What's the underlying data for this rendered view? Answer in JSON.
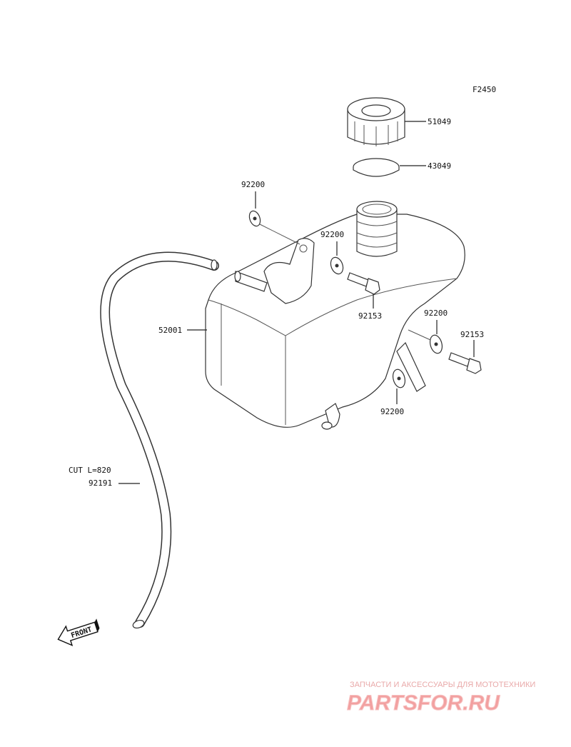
{
  "figure_code": "F2450",
  "callouts": [
    {
      "id": "cap",
      "label": "51049"
    },
    {
      "id": "gasket",
      "label": "43049"
    },
    {
      "id": "washer-top-left",
      "label": "92200"
    },
    {
      "id": "washer-mid",
      "label": "92200"
    },
    {
      "id": "bolt-mid",
      "label": "92153"
    },
    {
      "id": "washer-right",
      "label": "92200"
    },
    {
      "id": "bolt-right",
      "label": "92153"
    },
    {
      "id": "washer-bottom",
      "label": "92200"
    },
    {
      "id": "tank",
      "label": "52001"
    },
    {
      "id": "hose-cut",
      "label": "CUT L=820"
    },
    {
      "id": "hose",
      "label": "92191"
    }
  ],
  "front_arrow": "FRONT",
  "watermark": {
    "tagline": "ЗАПЧАСТИ И АКСЕССУАРЫ ДЛЯ МОТОТЕХНИКИ",
    "logo": "PARTSFOR.RU"
  }
}
